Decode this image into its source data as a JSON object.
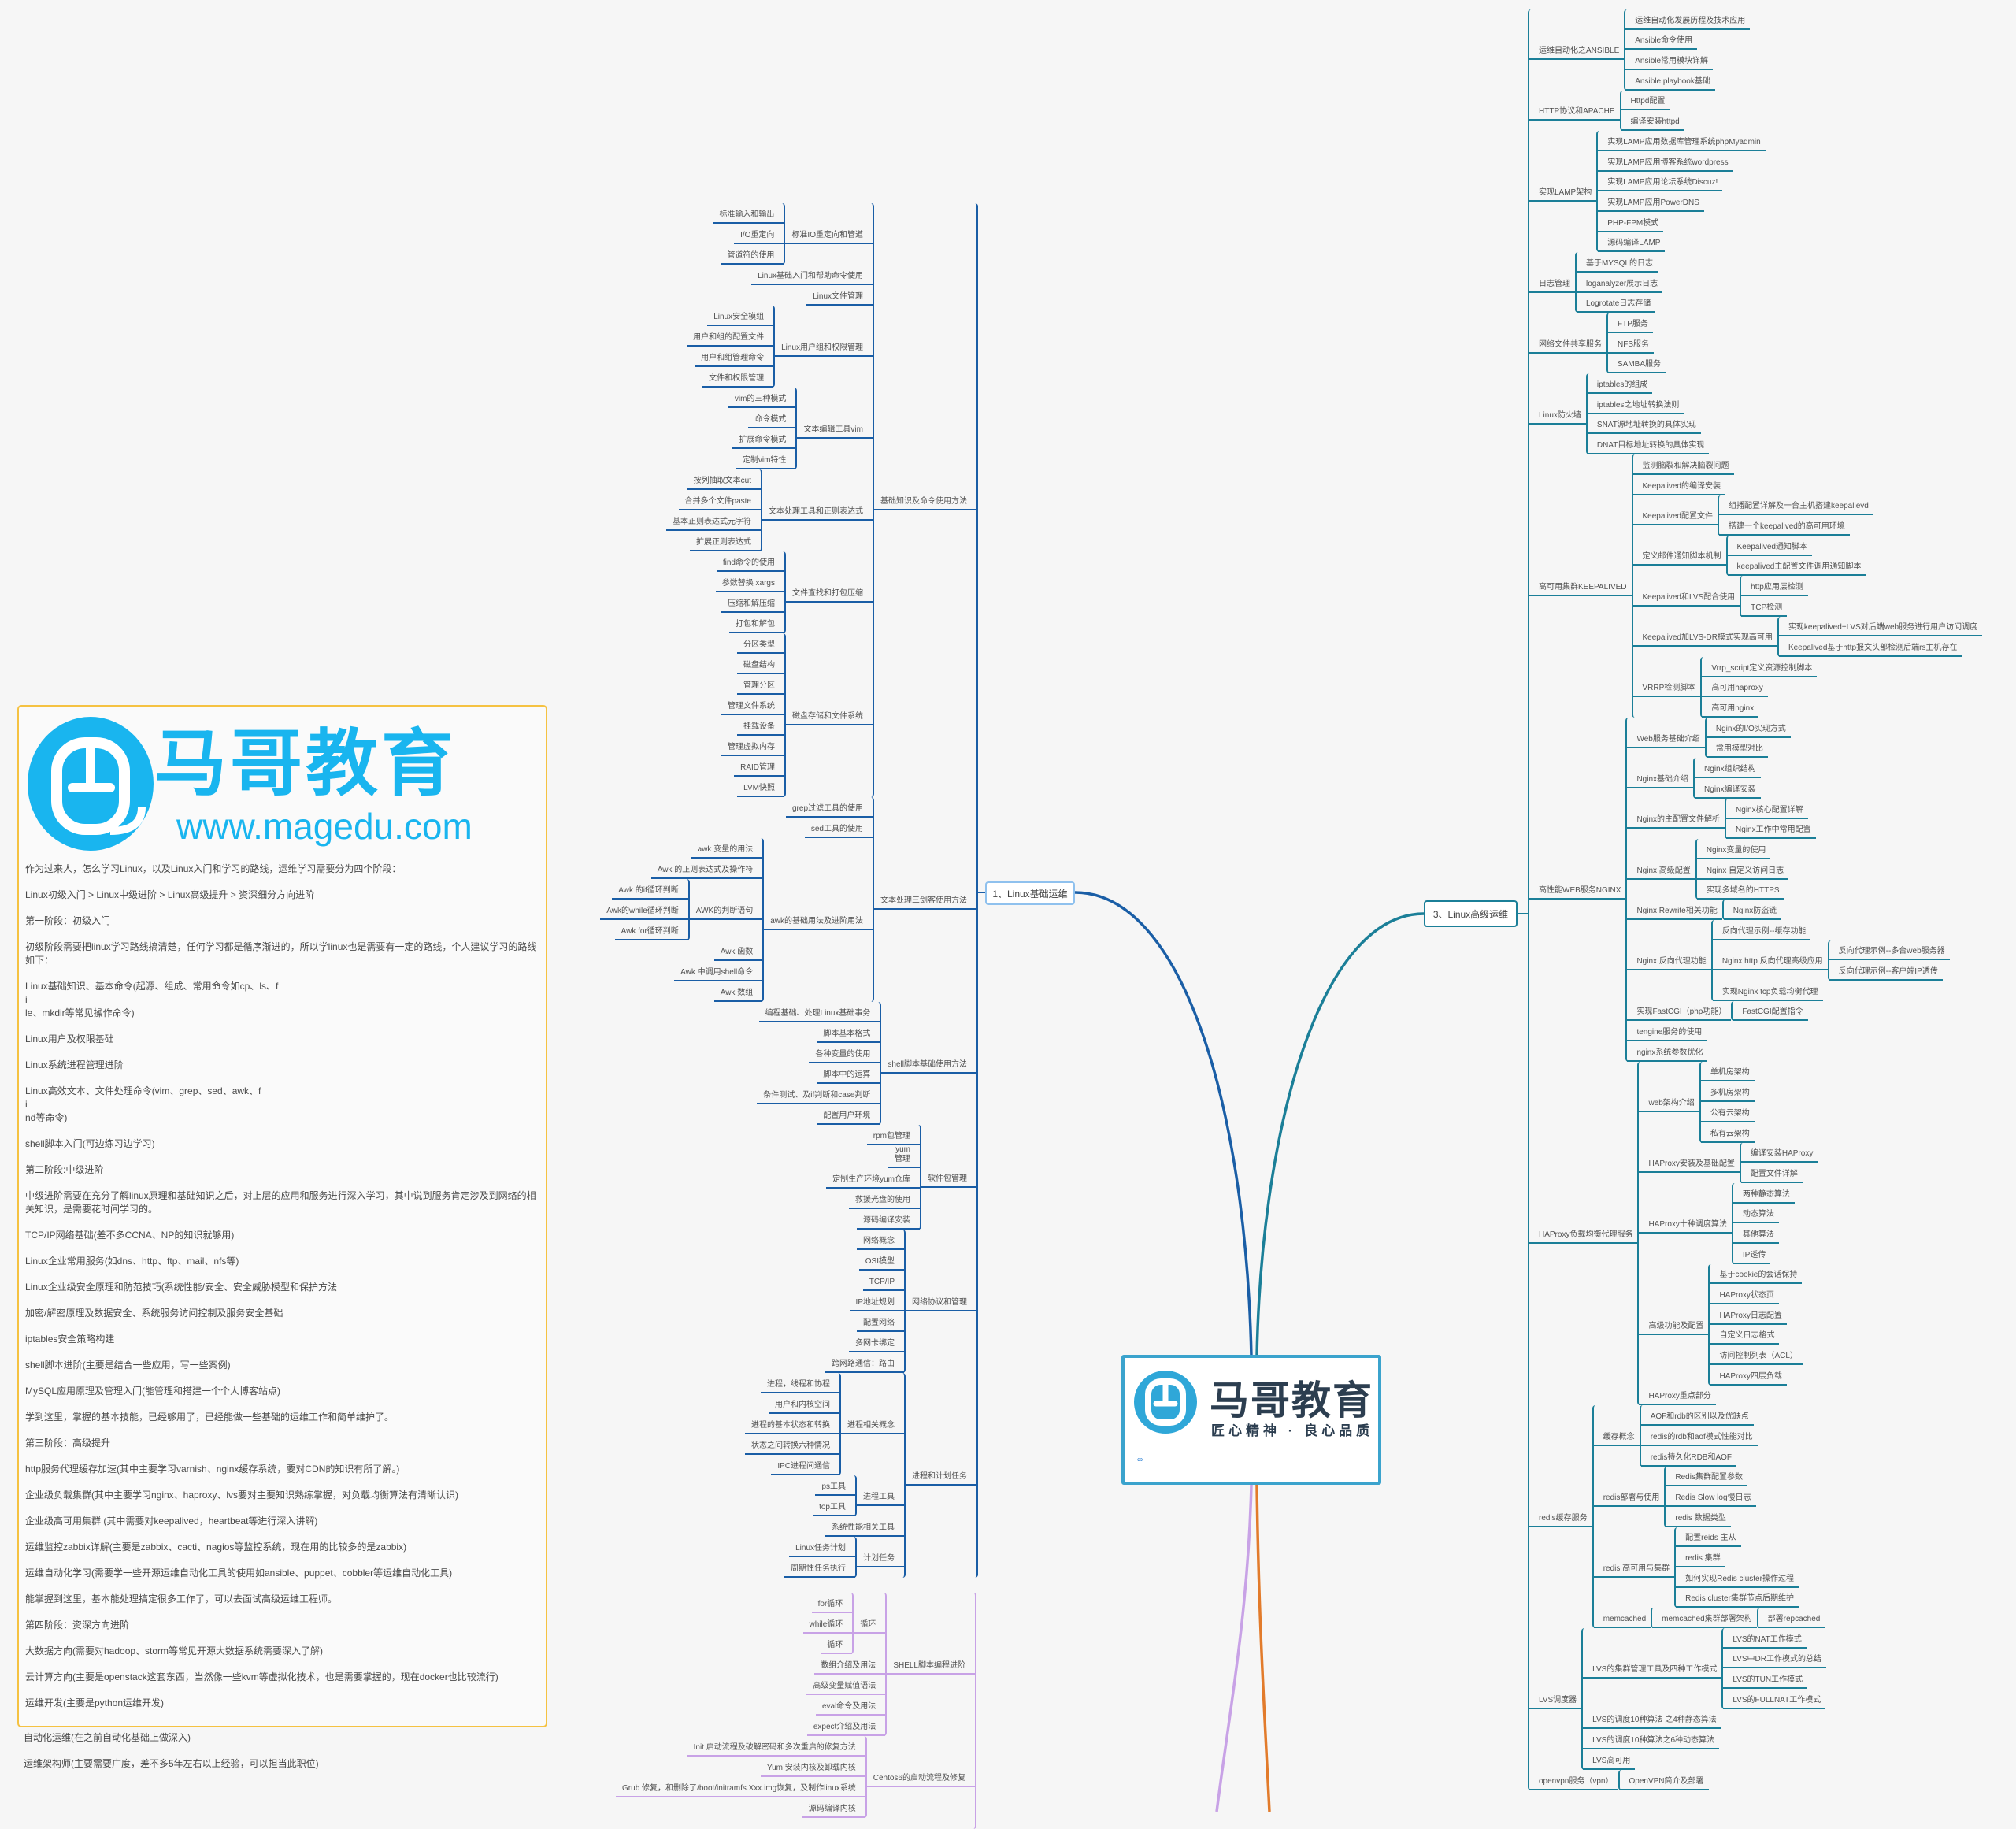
{
  "colors": {
    "branch1": "#1a5ea6",
    "branch3": "#1b7f98",
    "branch_purple": "#c8a2e6",
    "branch_orange": "#e27b2b",
    "panel_border": "#f5c242",
    "logo_blue": "#19b5ef"
  },
  "info_panel": {
    "logo_text": "马哥教育",
    "logo_url": "www.magedu.com",
    "paragraphs": [
      "作为过来人，怎么学习Linux，以及Linux入门和学习的路线，运维学习需要分为四个阶段：",
      "Linux初级入门 > Linux中级进阶 > Linux高级提升 > 资深细分方向进阶",
      "第一阶段：初级入门",
      "初级阶段需要把linux学习路线搞清楚，任何学习都是循序渐进的，所以学linux也是需要有一定的路线，个人建议学习的路线如下：",
      "Linux基础知识、基本命令(起源、组成、常用命令如cp、ls、f\ni\nle、mkdir等常见操作命令)",
      "Linux用户及权限基础",
      "Linux系统进程管理进阶",
      "Linux高效文本、文件处理命令(vim、grep、sed、awk、f\ni\nnd等命令)",
      "shell脚本入门(可边练习边学习)",
      "第二阶段:中级进阶",
      "中级进阶需要在充分了解linux原理和基础知识之后，对上层的应用和服务进行深入学习，其中说到服务肯定涉及到网络的相关知识，是需要花时间学习的。",
      "TCP/IP网络基础(差不多CCNA、NP的知识就够用)",
      "Linux企业常用服务(如dns、http、ftp、mail、nfs等)",
      "Linux企业级安全原理和防范技巧(系统性能/安全、安全威胁模型和保护方法",
      "加密/解密原理及数据安全、系统服务访问控制及服务安全基础",
      "iptables安全策略构建",
      "shell脚本进阶(主要是结合一些应用，写一些案例)",
      "MySQL应用原理及管理入门(能管理和搭建一个个人博客站点)",
      "学到这里，掌握的基本技能，已经够用了，已经能做一些基础的运维工作和简单维护了。",
      "第三阶段：高级提升",
      "http服务代理缓存加速(其中主要学习varnish、nginx缓存系统，要对CDN的知识有所了解。)",
      "企业级负载集群(其中主要学习nginx、haproxy、lvs要对主要知识熟练掌握，对负载均衡算法有清晰认识)",
      "企业级高可用集群 (其中需要对keepalived，heartbeat等进行深入讲解)",
      "运维监控zabbix详解(主要是zabbix、cacti、nagios等监控系统，现在用的比较多的是zabbix)",
      "运维自动化学习(需要学一些开源运维自动化工具的使用如ansible、puppet、cobbler等运维自动化工具)",
      "能掌握到这里，基本能处理搞定很多工作了，可以去面试高级运维工程师。",
      "第四阶段：资深方向进阶",
      "大数据方向(需要对hadoop、storm等常见开源大数据系统需要深入了解)",
      "云计算方向(主要是openstack这套东西，当然像一些kvm等虚拟化技术，也是需要掌握的，现在docker也比较流行)",
      "运维开发(主要是python运维开发)"
    ],
    "after_box": [
      "自动化运维(在之前自动化基础上做深入)",
      "运维架构师(主要需要广度，差不多5年左右以上经验，可以担当此职位)"
    ]
  },
  "center": {
    "brand": "马哥教育",
    "tagline": "匠心精神 · 良心品质",
    "link_icon": "link-icon"
  },
  "left_tree": {
    "label": "1、Linux基础运维",
    "children": [
      {
        "label": "基础知识及命令使用方法",
        "children": [
          {
            "label": "标准IO重定向和管道",
            "children": [
              {
                "label": "标准输入和输出"
              },
              {
                "label": "I/O重定向"
              },
              {
                "label": "管道符的使用"
              }
            ]
          },
          {
            "label": "Linux基础入门和帮助命令使用"
          },
          {
            "label": "Linux文件管理"
          },
          {
            "label": "Linux用户组和权限管理",
            "children": [
              {
                "label": "Linux安全模组"
              },
              {
                "label": "用户和组的配置文件"
              },
              {
                "label": "用户和组管理命令"
              },
              {
                "label": "文件和权限管理"
              }
            ]
          },
          {
            "label": "文本编辑工具vim",
            "children": [
              {
                "label": "vim的三种模式"
              },
              {
                "label": "命令模式"
              },
              {
                "label": "扩展命令模式"
              },
              {
                "label": "定制vim特性"
              }
            ]
          },
          {
            "label": "文本处理工具和正则表达式",
            "children": [
              {
                "label": "按列抽取文本cut"
              },
              {
                "label": "合并多个文件paste"
              },
              {
                "label": "基本正则表达式元字符"
              },
              {
                "label": "扩展正则表达式"
              }
            ]
          },
          {
            "label": "文件查找和打包压缩",
            "children": [
              {
                "label": "find命令的使用"
              },
              {
                "label": "参数替换 xargs"
              },
              {
                "label": "压缩和解压缩"
              },
              {
                "label": "打包和解包"
              }
            ]
          },
          {
            "label": "磁盘存储和文件系统",
            "children": [
              {
                "label": "分区类型"
              },
              {
                "label": "磁盘结构"
              },
              {
                "label": "管理分区"
              },
              {
                "label": "管理文件系统"
              },
              {
                "label": "挂载设备"
              },
              {
                "label": "管理虚拟内存"
              },
              {
                "label": "RAID管理"
              },
              {
                "label": "LVM快照"
              }
            ]
          }
        ]
      },
      {
        "label": "文本处理三剑客使用方法",
        "children": [
          {
            "label": "grep过滤工具的使用"
          },
          {
            "label": "sed工具的使用"
          },
          {
            "label": "awk的基础用法及进阶用法",
            "children": [
              {
                "label": "awk 变量的用法"
              },
              {
                "label": "Awk 的正则表达式及操作符"
              },
              {
                "label": "AWK的判断语句",
                "children": [
                  {
                    "label": "Awk 的if循环判断"
                  },
                  {
                    "label": "Awk的while循环判断"
                  },
                  {
                    "label": "Awk for循环判断"
                  }
                ]
              },
              {
                "label": "Awk 函数"
              },
              {
                "label": "Awk 中调用shell命令"
              },
              {
                "label": "Awk 数组"
              }
            ]
          }
        ]
      },
      {
        "label": "shell脚本基础使用方法",
        "children": [
          {
            "label": "编程基础、处理Linux基础事务"
          },
          {
            "label": "脚本基本格式"
          },
          {
            "label": "各种变量的使用"
          },
          {
            "label": "脚本中的运算"
          },
          {
            "label": "条件测试、及if判断和case判断"
          },
          {
            "label": "配置用户环境"
          }
        ]
      },
      {
        "label": "软件包管理",
        "children": [
          {
            "label": "rpm包管理"
          },
          {
            "label": "yum\n管理"
          },
          {
            "label": "定制生产环境yum仓库"
          },
          {
            "label": "救援光盘的使用"
          },
          {
            "label": "源码编译安装"
          }
        ]
      },
      {
        "label": "网络协议和管理",
        "children": [
          {
            "label": "网络概念"
          },
          {
            "label": "OSI模型"
          },
          {
            "label": "TCP/IP"
          },
          {
            "label": "IP地址规划"
          },
          {
            "label": "配置网络"
          },
          {
            "label": "多网卡绑定"
          },
          {
            "label": "跨网路通信：路由"
          }
        ]
      },
      {
        "label": "进程和计划任务",
        "children": [
          {
            "label": "进程相关概念",
            "children": [
              {
                "label": "进程，线程和协程"
              },
              {
                "label": "用户和内核空间"
              },
              {
                "label": "进程的基本状态和转换"
              },
              {
                "label": "状态之间转换六种情况"
              },
              {
                "label": "IPC进程间通信"
              }
            ]
          },
          {
            "label": "进程工具",
            "children": [
              {
                "label": "ps工具"
              },
              {
                "label": "top工具"
              }
            ]
          },
          {
            "label": "系统性能相关工具"
          },
          {
            "label": "计划任务",
            "children": [
              {
                "label": "Linux任务计划"
              },
              {
                "label": "周期性任务执行"
              }
            ]
          }
        ]
      }
    ]
  },
  "purple_tree": {
    "children": [
      {
        "label": "SHELL脚本编程进阶",
        "children": [
          {
            "label": "循环",
            "children": [
              {
                "label": "for循环"
              },
              {
                "label": "while循环"
              },
              {
                "label": "循环"
              }
            ]
          },
          {
            "label": "数组介绍及用法"
          },
          {
            "label": "高级变量赋值语法"
          },
          {
            "label": "eval命令及用法"
          },
          {
            "label": "expect介绍及用法"
          }
        ]
      },
      {
        "label": "Centos6的启动流程及修复",
        "children": [
          {
            "label": "Init 启动流程及破解密码和多次重启的修复方法"
          },
          {
            "label": "Yum 安装内核及卸载内核"
          },
          {
            "label": "Grub 修复，和删除了/boot/initramfs.Xxx.img恢复，及制作linux系统"
          },
          {
            "label": "源码编译内核"
          }
        ]
      }
    ]
  },
  "right_tree": {
    "label": "3、Linux高级运维",
    "children": [
      {
        "label": "运维自动化之ANSIBLE",
        "children": [
          {
            "label": "运维自动化发展历程及技术应用"
          },
          {
            "label": "Ansible命令使用"
          },
          {
            "label": "Ansible常用模块详解"
          },
          {
            "label": "Ansible playbook基础"
          }
        ]
      },
      {
        "label": "HTTP协议和APACHE",
        "children": [
          {
            "label": "Httpd配置"
          },
          {
            "label": "编译安装httpd"
          }
        ]
      },
      {
        "label": "实现LAMP架构",
        "children": [
          {
            "label": "实现LAMP应用数据库管理系统phpMyadmin"
          },
          {
            "label": "实现LAMP应用博客系统wordpress"
          },
          {
            "label": "实现LAMP应用论坛系统Discuz!"
          },
          {
            "label": "实现LAMP应用PowerDNS"
          },
          {
            "label": "PHP-FPM模式"
          },
          {
            "label": "源码编译LAMP"
          }
        ]
      },
      {
        "label": "日志管理",
        "children": [
          {
            "label": "基于MYSQL的日志"
          },
          {
            "label": "loganalyzer展示日志"
          },
          {
            "label": "Logrotate日志存储"
          }
        ]
      },
      {
        "label": "网络文件共享服务",
        "children": [
          {
            "label": "FTP服务"
          },
          {
            "label": "NFS服务"
          },
          {
            "label": "SAMBA服务"
          }
        ]
      },
      {
        "label": "Linux防火墙",
        "children": [
          {
            "label": "iptables的组成"
          },
          {
            "label": "iptables之地址转换法则"
          },
          {
            "label": "SNAT源地址转换的具体实现"
          },
          {
            "label": "DNAT目标地址转换的具体实现"
          }
        ]
      },
      {
        "label": "高可用集群KEEPALIVED",
        "children": [
          {
            "label": "监测脑裂和解决脑裂问题"
          },
          {
            "label": "Keepalived的编译安装"
          },
          {
            "label": "Keepalived配置文件",
            "children": [
              {
                "label": "组播配置详解及一台主机搭建keepalievd"
              },
              {
                "label": "搭建一个keepalived的高可用环境"
              }
            ]
          },
          {
            "label": "定义邮件通知脚本机制",
            "children": [
              {
                "label": "Keepalived通知脚本"
              },
              {
                "label": "keepalived主配置文件调用通知脚本"
              }
            ]
          },
          {
            "label": "Keepalived和LVS配合使用",
            "children": [
              {
                "label": "http应用层检测"
              },
              {
                "label": "TCP检测"
              }
            ]
          },
          {
            "label": "Keepalived加LVS-DR模式实现高可用",
            "children": [
              {
                "label": "实现keepalived+LVS对后端web服务进行用户访问调度"
              },
              {
                "label": "Keepalived基于http报文头部检测后端rs主机存在"
              }
            ]
          },
          {
            "label": "VRRP检测脚本",
            "children": [
              {
                "label": "Vrrp_script定义资源控制脚本"
              },
              {
                "label": "高可用haproxy"
              },
              {
                "label": "高可用nginx"
              }
            ]
          }
        ]
      },
      {
        "label": "高性能WEB服务NGINX",
        "children": [
          {
            "label": "Web服务基础介绍",
            "children": [
              {
                "label": "Nginx的I/O实现方式"
              },
              {
                "label": "常用模型对比"
              }
            ]
          },
          {
            "label": "Nginx基础介绍",
            "children": [
              {
                "label": "Nginx组织结构"
              },
              {
                "label": "Nginx编译安装"
              }
            ]
          },
          {
            "label": "Nginx的主配置文件解析",
            "children": [
              {
                "label": "Nginx核心配置详解"
              },
              {
                "label": "Nginx工作中常用配置"
              }
            ]
          },
          {
            "label": "Nginx 高级配置",
            "children": [
              {
                "label": "Nginx变量的使用"
              },
              {
                "label": "Nginx 自定义访问日志"
              },
              {
                "label": "实现多域名的HTTPS"
              }
            ]
          },
          {
            "label": "Nginx Rewrite相关功能",
            "children": [
              {
                "label": "Nginx防盗链"
              }
            ]
          },
          {
            "label": "Nginx 反向代理功能",
            "children": [
              {
                "label": "反向代理示例--缓存功能"
              },
              {
                "label": "Nginx http 反向代理高级应用",
                "children": [
                  {
                    "label": "反向代理示例--多台web服务器"
                  },
                  {
                    "label": "反向代理示例--客户端IP透传"
                  }
                ]
              },
              {
                "label": "实现Nginx tcp负载均衡代理"
              }
            ]
          },
          {
            "label": "实现FastCGI（php功能）",
            "children": [
              {
                "label": "FastCGI配置指令"
              }
            ]
          },
          {
            "label": "tengine服务的使用"
          },
          {
            "label": "nginx系统参数优化"
          }
        ]
      },
      {
        "label": "HAProxy负载均衡代理服务",
        "children": [
          {
            "label": "web架构介绍",
            "children": [
              {
                "label": "单机房架构"
              },
              {
                "label": "多机房架构"
              },
              {
                "label": "公有云架构"
              },
              {
                "label": "私有云架构"
              }
            ]
          },
          {
            "label": "HAProxy安装及基础配置",
            "children": [
              {
                "label": "编译安装HAProxy"
              },
              {
                "label": "配置文件详解"
              }
            ]
          },
          {
            "label": "HAProxy十种调度算法",
            "children": [
              {
                "label": "两种静态算法"
              },
              {
                "label": "动态算法"
              },
              {
                "label": "其他算法"
              },
              {
                "label": "IP透传"
              }
            ]
          },
          {
            "label": "高级功能及配置",
            "children": [
              {
                "label": "基于cookie的会话保持"
              },
              {
                "label": "HAProxy状态页"
              },
              {
                "label": "HAProxy日志配置"
              },
              {
                "label": "自定义日志格式"
              },
              {
                "label": "访问控制列表（ACL）"
              },
              {
                "label": "HAProxy四层负载"
              }
            ]
          },
          {
            "label": "HAProxy重点部分"
          }
        ]
      },
      {
        "label": "redis缓存服务",
        "children": [
          {
            "label": "缓存概念",
            "children": [
              {
                "label": "AOF和rdb的区别以及优缺点"
              },
              {
                "label": "redis的rdb和aof模式性能对比"
              },
              {
                "label": "redis持久化RDB和AOF"
              }
            ]
          },
          {
            "label": "redis部署与使用",
            "children": [
              {
                "label": "Redis集群配置参数"
              },
              {
                "label": "Redis Slow log慢日志"
              },
              {
                "label": "redis 数据类型"
              }
            ]
          },
          {
            "label": "redis 高可用与集群",
            "children": [
              {
                "label": "配置reids 主从"
              },
              {
                "label": "redis 集群"
              },
              {
                "label": "如何实现Redis cluster操作过程"
              },
              {
                "label": "Redis cluster集群节点后期维护"
              }
            ]
          },
          {
            "label": "memcached",
            "children": [
              {
                "label": "memcached集群部署架构",
                "children": [
                  {
                    "label": "部署repcached"
                  }
                ]
              }
            ]
          }
        ]
      },
      {
        "label": "LVS调度器",
        "children": [
          {
            "label": "LVS的集群管理工具及四种工作模式",
            "children": [
              {
                "label": "LVS的NAT工作模式"
              },
              {
                "label": "LVS中DR工作模式的总结"
              },
              {
                "label": "LVS的TUN工作模式"
              },
              {
                "label": "LVS的FULLNAT工作模式"
              }
            ]
          },
          {
            "label": "LVS的调度10种算法 之4种静态算法"
          },
          {
            "label": "LVS的调度10种算法之6种动态算法"
          },
          {
            "label": "LVS高可用"
          }
        ]
      },
      {
        "label": "openvpn服务（vpn）",
        "children": [
          {
            "label": "OpenVPN简介及部署"
          }
        ]
      }
    ]
  }
}
